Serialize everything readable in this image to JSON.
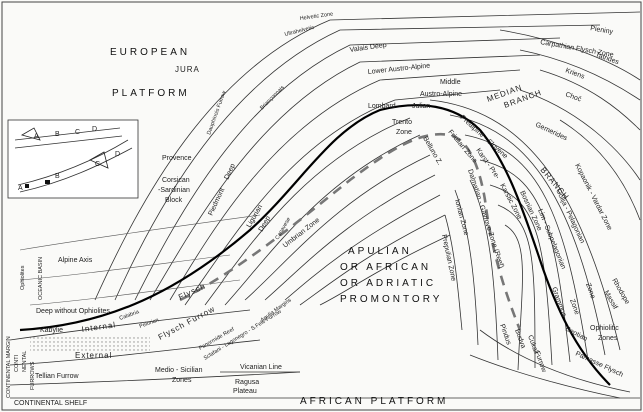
{
  "platforms": {
    "european": "EUROPEAN",
    "platform_word": "PLATFORM",
    "jura": "JURA",
    "african": "AFRICAN    PLATFORM",
    "apulian_1": "APULIAN",
    "apulian_2": "OR AFRICAN",
    "apulian_3": "OR ADRIATIC",
    "apulian_4": "PROMONTORY"
  },
  "zones_north": {
    "helvetic": "Helvetic Zone",
    "ultrahelvetic": "Ultrahelvetic",
    "valais": "Valais Deep",
    "lower_austro": "Lower Austro-Alpine",
    "middle": "Middle",
    "middle_austro": "Austro-Alpine",
    "median": "MEDIAN",
    "branch": "BRANCH",
    "pieniny": "Pieniny",
    "carpathian": "Carpathian Flysch Zone",
    "kriens": "Kriens",
    "tatrides": "Tatrides",
    "choc": "Choč",
    "gemerides": "Gemerides"
  },
  "zones_west": {
    "provence": "Provence",
    "corsican_1": "Corsican",
    "corsican_2": "-Sardinian",
    "corsican_3": "Block",
    "piemont": "Piedmont",
    "deep": "Deep",
    "ligurian": "Ligurian",
    "ligurian_deep": "Deep",
    "canavese": "Canavese",
    "dauphinois": "Dauphinois Furrow",
    "lombard": "Lombard",
    "julian": "Julian",
    "trento": "Trento",
    "trento_zone": "Zone",
    "belluno": "Belluno Z.",
    "briancon": "Briançonnais"
  },
  "zones_east": {
    "prealpine": "Prealpine - Slovene",
    "friulian": "Friulian Zone",
    "karst": "Karst - Pre-",
    "karstic": "Karstic Zone",
    "bosnian": "Bosnian Zone",
    "branch_e": "BRANCH",
    "dalmatian": "Dalmatian - Gavrovo Zone (Reef)",
    "ionian": "Ionian Zone",
    "prepulian": "Prepulian Zone",
    "golija": "Golija - Pelagonian",
    "kopaonik": "Kopaonik - Vardar Zone",
    "lim": "Lim - Subpelagonian",
    "grammos": "Grammos",
    "zone_1": "Zone",
    "zone_2": "Zone",
    "budva": "Budva",
    "cukali": "Cukali",
    "pindus": "Pindus",
    "furrow": "Furrow",
    "beotian": "Beotian",
    "parnasse": "Parnasse Flysch",
    "rhodope_1": "Rhodope",
    "rhodope_2": "Massif",
    "ophiolitic_1": "Ophiolitic",
    "ophiolitic_2": "Zones"
  },
  "zones_south": {
    "alpine_axis": "Alpine Axis",
    "deep_without": "Deep without Ophiolites",
    "kabylie": "Kabylie",
    "internal": "Internal",
    "flysch": "Flysch",
    "external": "External",
    "flysch_furrow": "Flysch Furrow",
    "tellian": "Tellian Furrow",
    "medio_1": "Medio - Sicilian",
    "medio_2": "Zones",
    "vicanian": "Vicanian Line",
    "ragusa_1": "Ragusa",
    "ragusa_2": "Plateau",
    "continental_shelf": "CONTINENTAL SHELF",
    "umbrian": "Umbrian Zone",
    "panormide": "Panormide Reef",
    "sclafani": "Sclafani - Lagonegro - S.Fele Furrow",
    "apulia": "Apulia Margins",
    "calabria": "Calabria",
    "pelorian": "Pelorian",
    "ophiolites": "Ophiolites",
    "ocean": "OCEANIC BASIN",
    "conti": "CONTI",
    "margin": "CONTINENTAL MARGIN",
    "nental": "NENTAL",
    "furrows": "FURROWS"
  },
  "inset": {
    "labels": [
      "A",
      "B",
      "C",
      "D"
    ]
  }
}
